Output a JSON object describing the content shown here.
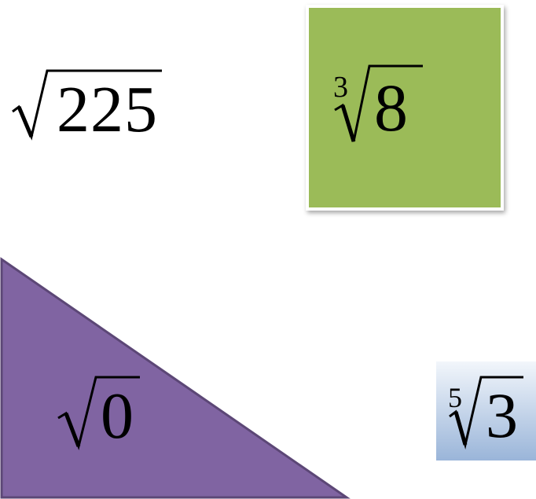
{
  "expressions": {
    "sqrt_225": {
      "radicand": "225",
      "index": ""
    },
    "cbrt_8": {
      "radicand": "8",
      "index": "3"
    },
    "sqrt_0": {
      "radicand": "0",
      "index": ""
    },
    "fifth_root_3": {
      "radicand": "3",
      "index": "5"
    }
  },
  "colors": {
    "green_square": "#9bbb59",
    "green_square_border": "#ffffff",
    "purple_triangle": "#8064a2",
    "purple_triangle_border": "#5c4776",
    "blue_gradient_top": "#f2f6fb",
    "blue_gradient_bottom": "#9ab5d9"
  }
}
